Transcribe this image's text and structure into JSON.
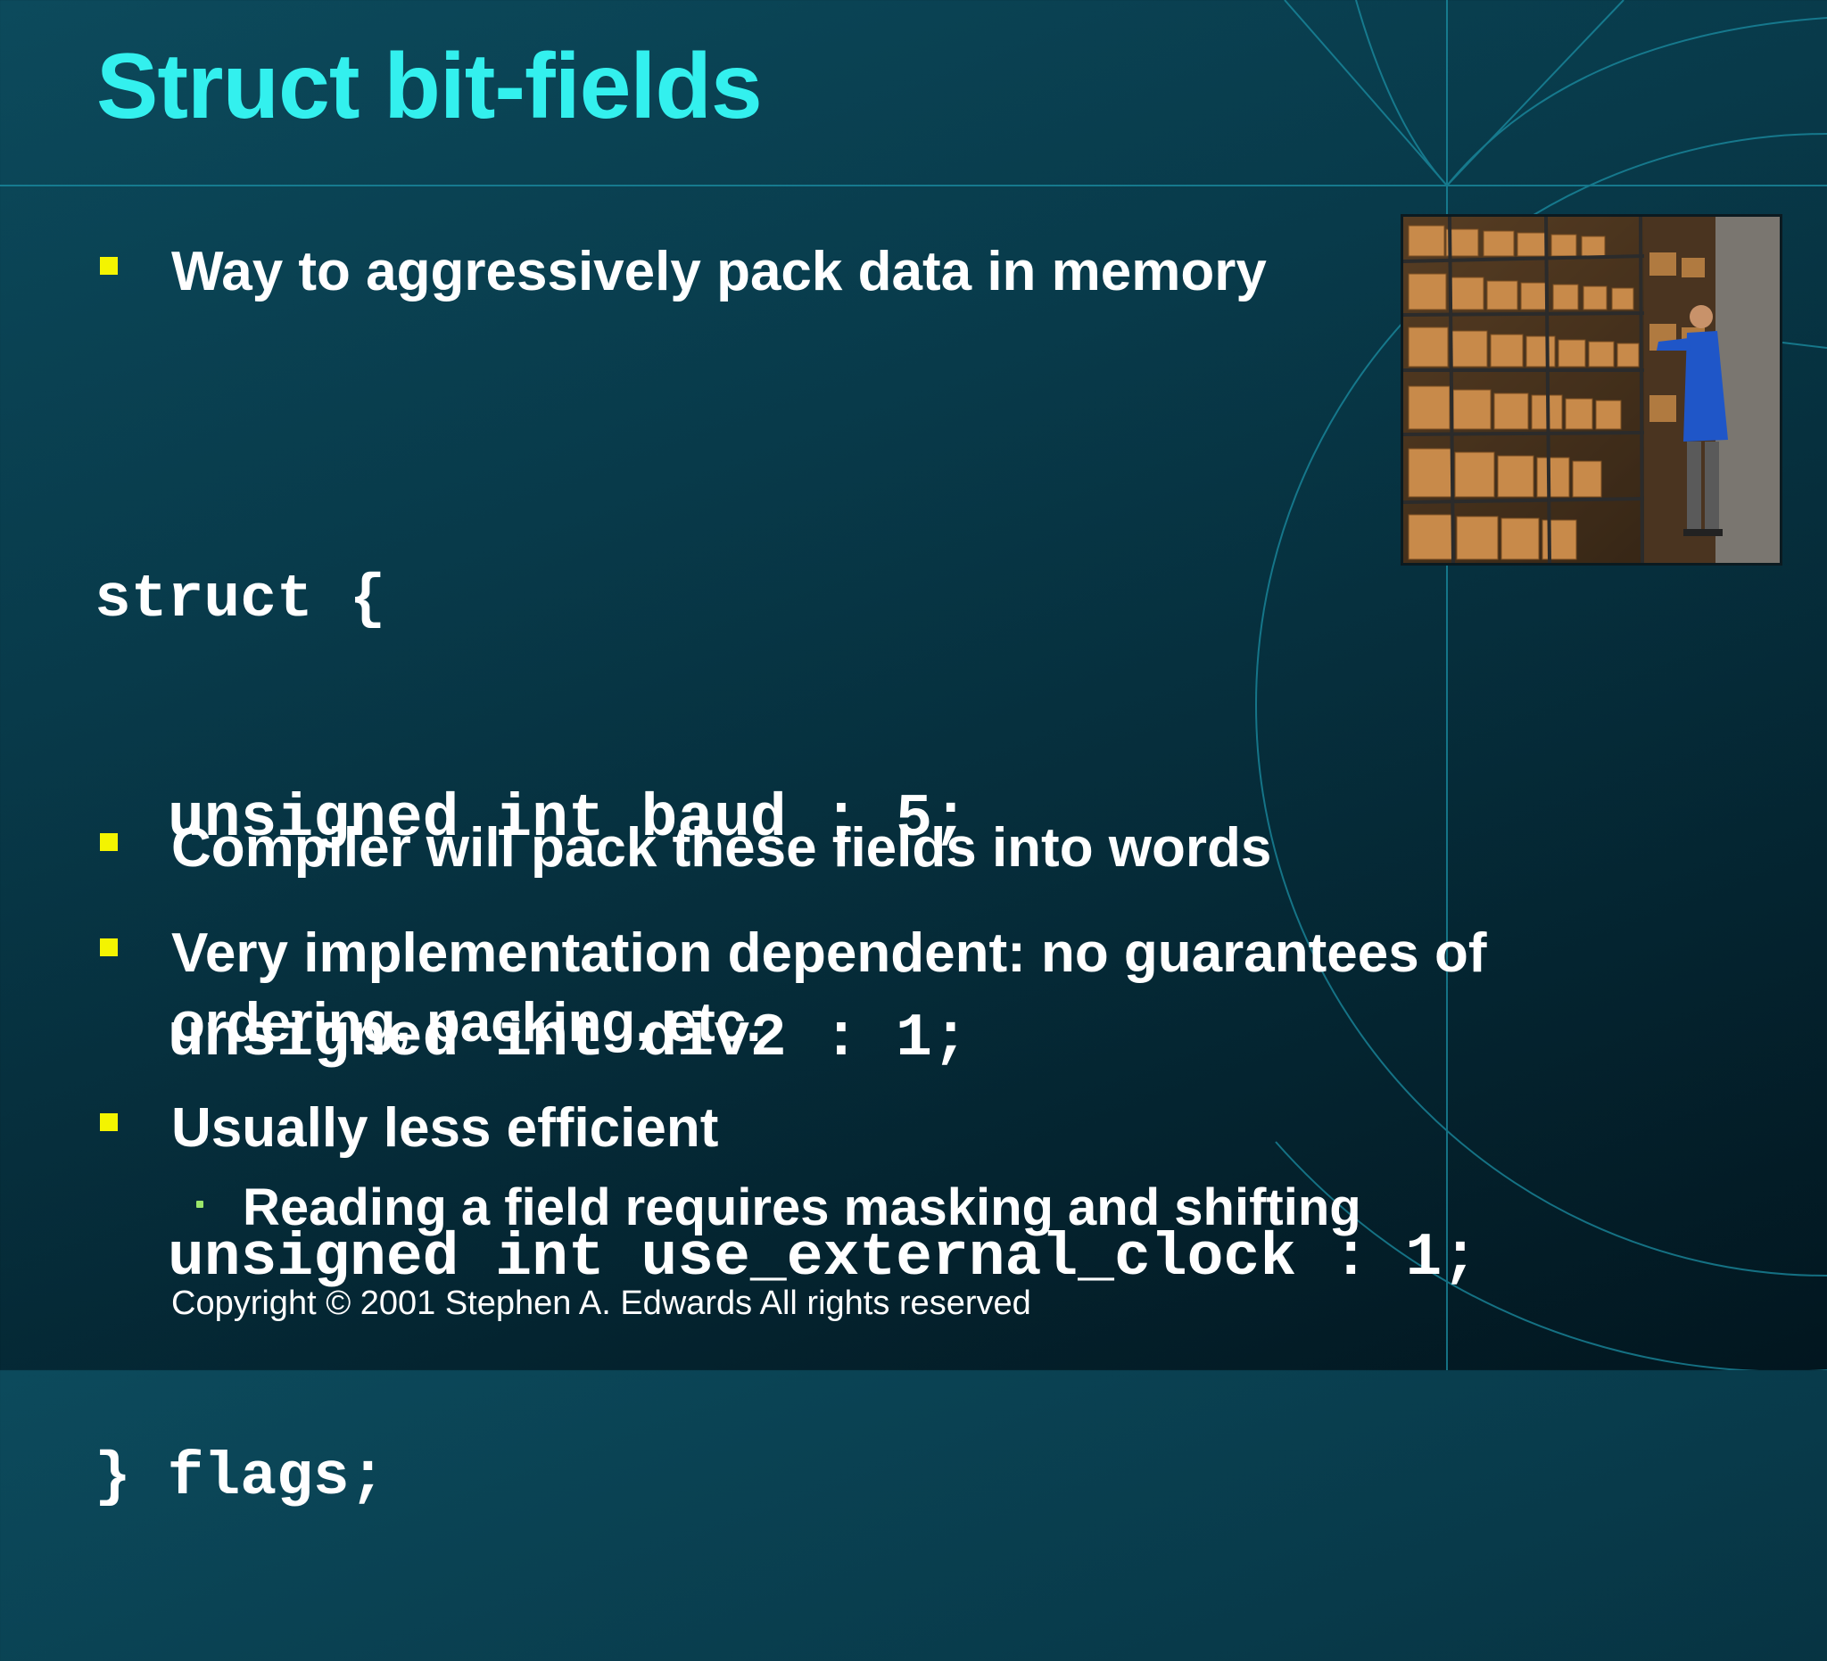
{
  "slide": {
    "title": "Struct bit-fields",
    "bullets": [
      "Way to aggressively pack data in memory",
      "Compiler will pack these fields into words",
      "Very implementation dependent: no guarantees of ordering, packing, etc.",
      "Usually less efficient"
    ],
    "sub_bullet": "Reading a field requires masking and shifting",
    "code_lines": [
      "struct {",
      "unsigned int baud : 5;",
      "unsigned int div2 : 1;",
      "unsigned int use_external_clock : 1;",
      "} flags;"
    ],
    "footer": "Copyright © 2001 Stephen A. Edwards  All rights reserved"
  },
  "colors": {
    "title": "#33f0ee",
    "bullet_marker": "#f4f400",
    "sub_bullet_marker": "#9be66a",
    "text": "#ffffff",
    "background": "#083a4a",
    "decor_lines": "#1b8ea3"
  },
  "image": {
    "subject": "warehouse-shelves-photo"
  }
}
